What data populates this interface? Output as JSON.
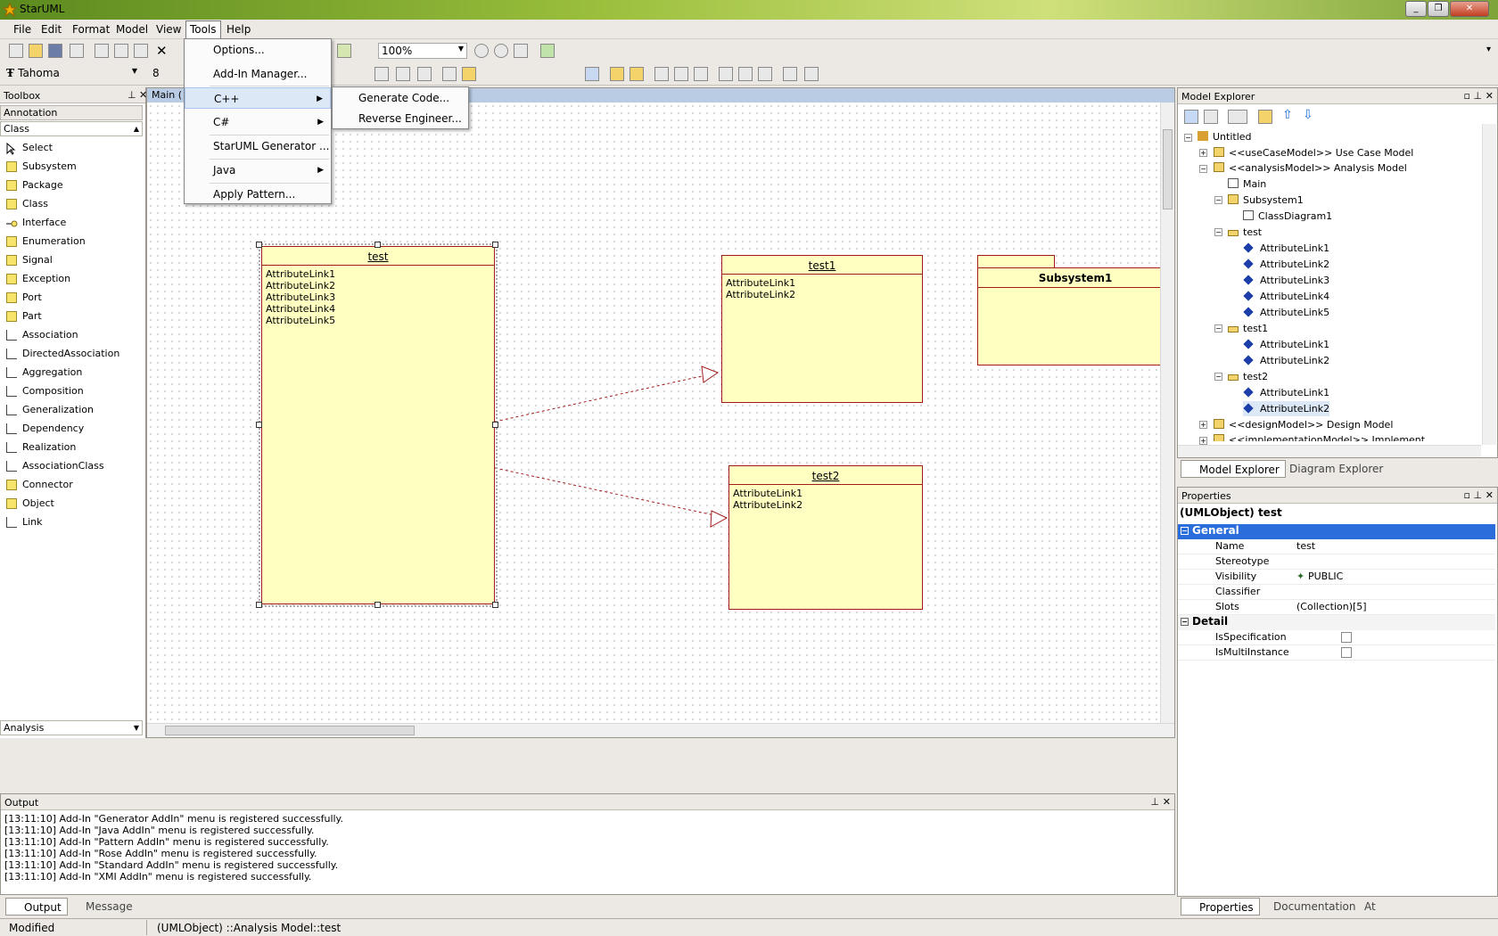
{
  "window": {
    "title": "StarUML"
  },
  "menubar": {
    "items": [
      "File",
      "Edit",
      "Format",
      "Model",
      "View",
      "Tools",
      "Help"
    ]
  },
  "toolbar": {
    "zoom": "100%",
    "font_name": "Tahoma",
    "font_size": "8"
  },
  "tools_menu": {
    "items": [
      "Options...",
      "Add-In Manager...",
      "C++",
      "C#",
      "StarUML Generator ...",
      "Java",
      "Apply Pattern..."
    ]
  },
  "cpp_submenu": {
    "items": [
      "Generate Code...",
      "Reverse Engineer..."
    ]
  },
  "toolbox": {
    "title": "Toolbox",
    "sections": [
      "Annotation",
      "Class"
    ],
    "items": [
      "Select",
      "Subsystem",
      "Package",
      "Class",
      "Interface",
      "Enumeration",
      "Signal",
      "Exception",
      "Port",
      "Part",
      "Association",
      "DirectedAssociation",
      "Aggregation",
      "Composition",
      "Generalization",
      "Dependency",
      "Realization",
      "AssociationClass",
      "Connector",
      "Object",
      "Link"
    ],
    "bottom_section": "Analysis"
  },
  "diagram": {
    "tab_label": "Main (",
    "classes": [
      {
        "name": "test",
        "attrs": [
          "AttributeLink1",
          "AttributeLink2",
          "AttributeLink3",
          "AttributeLink4",
          "AttributeLink5"
        ]
      },
      {
        "name": "test1",
        "attrs": [
          "AttributeLink1",
          "AttributeLink2"
        ]
      },
      {
        "name": "test2",
        "attrs": [
          "AttributeLink1",
          "AttributeLink2"
        ]
      }
    ],
    "subsystem": {
      "name": "Subsystem1"
    }
  },
  "model_explorer": {
    "title": "Model Explorer",
    "tree": [
      "Untitled",
      "<<useCaseModel>> Use Case Model",
      "<<analysisModel>> Analysis Model",
      "Main",
      "Subsystem1",
      "ClassDiagram1",
      "test",
      "AttributeLink1",
      "AttributeLink2",
      "AttributeLink3",
      "AttributeLink4",
      "AttributeLink5",
      "test1",
      "AttributeLink1",
      "AttributeLink2",
      "test2",
      "AttributeLink1",
      "AttributeLink2",
      "<<designModel>> Design Model",
      "<<implementationModel>> Implement"
    ],
    "tabs": [
      "Model Explorer",
      "Diagram Explorer"
    ]
  },
  "properties": {
    "title": "Properties",
    "object": "(UMLObject) test",
    "general_label": "General",
    "detail_label": "Detail",
    "rows": [
      {
        "k": "Name",
        "v": "test"
      },
      {
        "k": "Stereotype",
        "v": ""
      },
      {
        "k": "Visibility",
        "v": "PUBLIC"
      },
      {
        "k": "Classifier",
        "v": ""
      },
      {
        "k": "Slots",
        "v": "(Collection)[5]"
      }
    ],
    "detail_rows": [
      {
        "k": "IsSpecification"
      },
      {
        "k": "IsMultiInstance"
      }
    ],
    "tabs": [
      "Properties",
      "Documentation",
      "At"
    ]
  },
  "output": {
    "title": "Output",
    "lines": [
      "[13:11:10]  Add-In \"Generator AddIn\" menu is registered successfully.",
      "[13:11:10]  Add-In \"Java AddIn\" menu is registered successfully.",
      "[13:11:10]  Add-In \"Pattern AddIn\" menu is registered successfully.",
      "[13:11:10]  Add-In \"Rose AddIn\" menu is registered successfully.",
      "[13:11:10]  Add-In \"Standard AddIn\" menu is registered successfully.",
      "[13:11:10]  Add-In \"XMI AddIn\" menu is registered successfully."
    ],
    "tabs": [
      "Output",
      "Message"
    ]
  },
  "statusbar": {
    "left": "Modified",
    "main": "(UMLObject) ::Analysis Model::test"
  }
}
